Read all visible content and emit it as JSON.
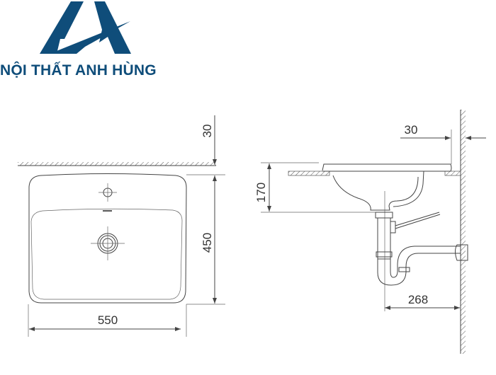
{
  "brand": {
    "name": "NỘI THẤT ANH HÙNG",
    "logo_color": "#0f4d7a"
  },
  "top_view": {
    "width_label": "550",
    "depth_label": "450",
    "wall_gap_label": "30"
  },
  "side_view": {
    "height_label": "170",
    "wall_gap_label": "30",
    "drain_to_wall_label": "268"
  }
}
